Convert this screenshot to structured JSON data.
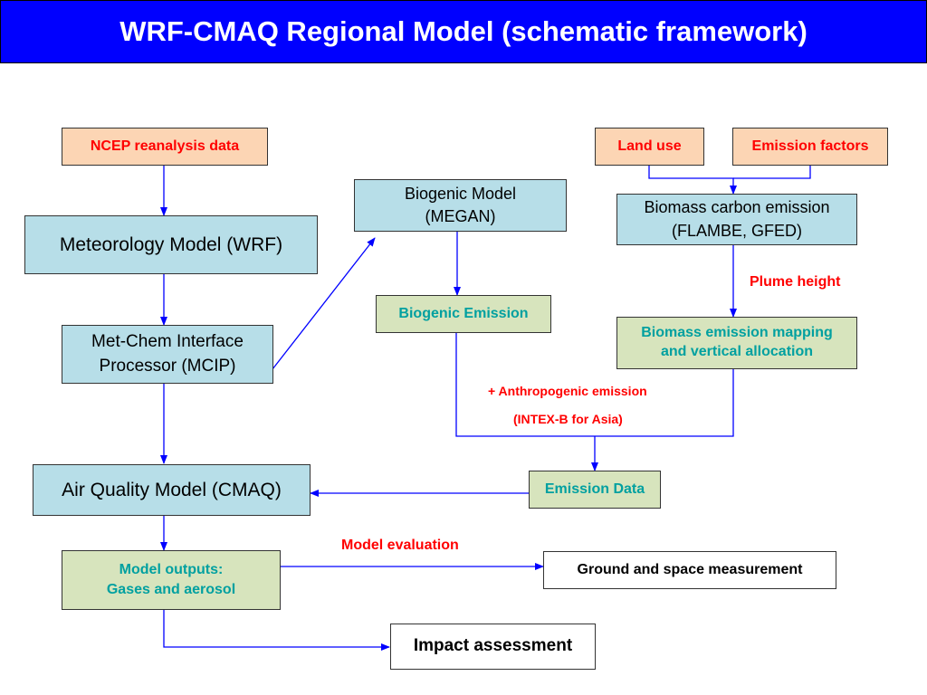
{
  "title": "WRF-CMAQ Regional Model (schematic framework)",
  "nodes": {
    "ncep": "NCEP reanalysis data",
    "land_use": "Land use",
    "emission_factors": "Emission factors",
    "biogenic_model": "Biogenic Model\n(MEGAN)",
    "biomass_carbon": "Biomass carbon emission\n(FLAMBE, GFED)",
    "wrf": "Meteorology Model (WRF)",
    "biogenic_emission": "Biogenic Emission",
    "biomass_mapping": "Biomass emission mapping\nand vertical allocation",
    "mcip": "Met-Chem Interface\nProcessor (MCIP)",
    "cmaq": "Air Quality Model (CMAQ)",
    "emission_data": "Emission Data",
    "model_outputs": "Model outputs:\nGases and aerosol",
    "ground_space": "Ground and space measurement",
    "impact": "Impact assessment"
  },
  "labels": {
    "plume_height": "Plume height",
    "anthropogenic": "+ Anthropogenic emission",
    "intex": "(INTEX-B for Asia)",
    "model_evaluation": "Model evaluation"
  },
  "colors": {
    "title_bar": "#0000ff",
    "title_text": "#ffffff",
    "input_box": "#fcd5b4",
    "model_box": "#b7dee8",
    "emission_box": "#d7e4bd",
    "arrow": "#0000ff",
    "red_text": "#ff0000",
    "teal_text": "#00a0a0"
  }
}
